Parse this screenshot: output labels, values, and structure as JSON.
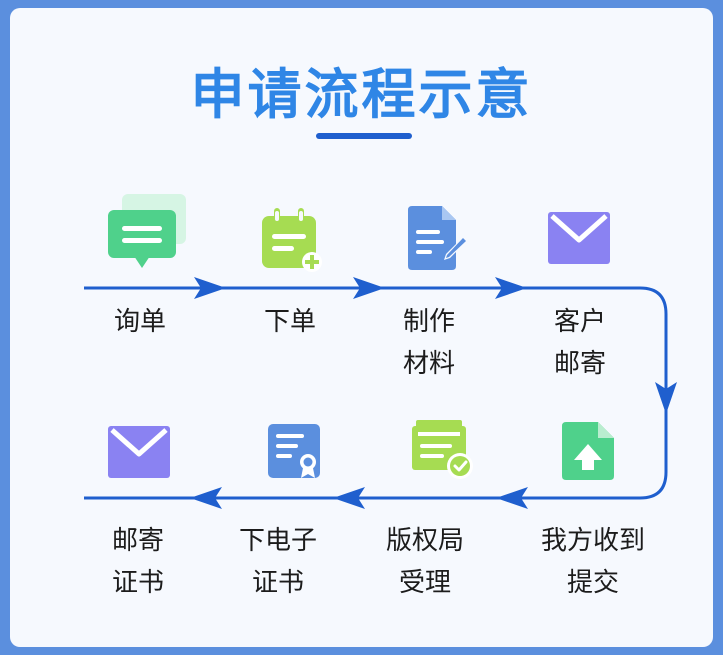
{
  "title": "申请流程示意",
  "steps": [
    {
      "lines": [
        "询单"
      ],
      "icon": "chat-bubble-icon"
    },
    {
      "lines": [
        "下单"
      ],
      "icon": "notepad-add-icon"
    },
    {
      "lines": [
        "制作",
        "材料"
      ],
      "icon": "document-edit-icon"
    },
    {
      "lines": [
        "客户",
        "邮寄"
      ],
      "icon": "envelope-icon"
    },
    {
      "lines": [
        "我方收到",
        "提交"
      ],
      "icon": "upload-file-icon"
    },
    {
      "lines": [
        "版权局",
        "受理"
      ],
      "icon": "certificate-check-icon"
    },
    {
      "lines": [
        "下电子",
        "证书"
      ],
      "icon": "certificate-badge-icon"
    },
    {
      "lines": [
        "邮寄",
        "证书"
      ],
      "icon": "envelope-icon"
    }
  ],
  "colors": {
    "background": "#5b8fde",
    "card": "#f6f9fe",
    "title": "#2f86e6",
    "flow_line": "#1f5fce",
    "green": "#4fd18b",
    "lime": "#a6dc52",
    "blue": "#5b8fde",
    "purple": "#8a82f2"
  }
}
